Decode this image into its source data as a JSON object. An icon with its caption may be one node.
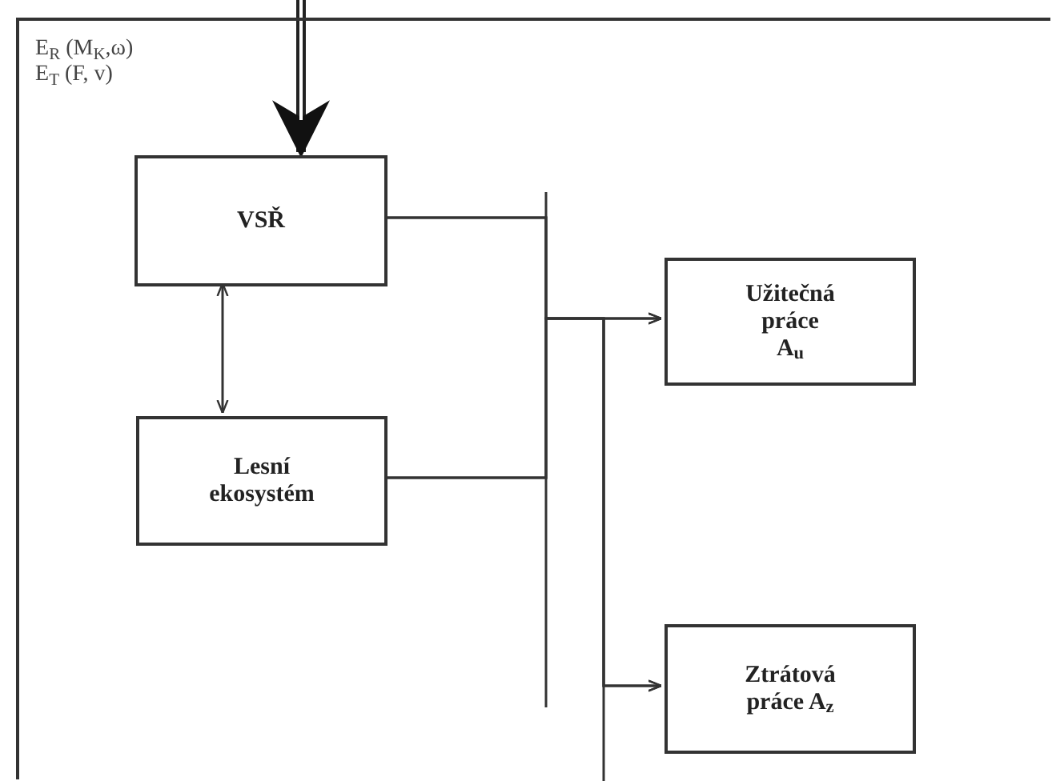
{
  "diagram": {
    "nodes": [
      {
        "text": [],
        "shape": "box"
      },
      {
        "text": [
          "VSŘ"
        ],
        "in": 0
      },
      {
        "text": [
          "Lesní ekosystém"
        ],
        "in": 0
      },
      {
        "text": [
          "Užitečná práce A$_{u}$"
        ],
        "in": 0
      },
      {
        "text": [
          "Ztrátová práce A$_{z}$"
        ],
        "in": 0
      }
    ],
    "edges": [
      {
        "from": null,
        "to": 1,
        "arrow": "to",
        "style": "thick"
      },
      {
        "from": 1,
        "to": 2,
        "arrow": "both"
      },
      {
        "from": 1,
        "to": 3,
        "arrow": "to"
      },
      {
        "from": 1,
        "to": 4,
        "arrow": "to"
      },
      {
        "from": 2,
        "to": 3,
        "arrow": "to"
      },
      {
        "from": 2,
        "to": 4,
        "arrow": "to"
      }
    ],
    "labels": [
      "E$_{R}$ (M$_{K}$,ω)",
      "E$_{T}$ (F, v)"
    ]
  }
}
